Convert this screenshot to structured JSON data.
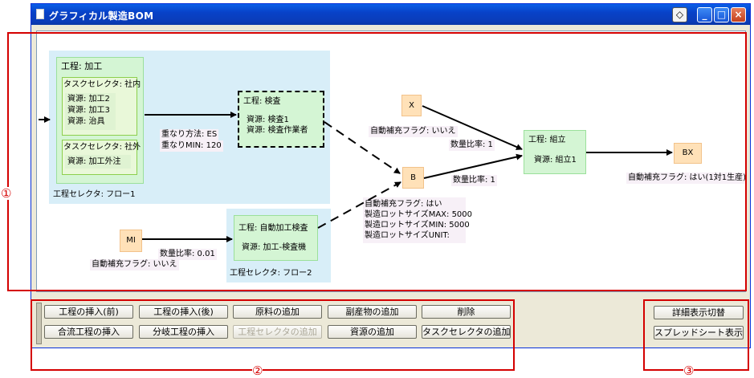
{
  "window": {
    "title": "グラフィカル製造BOM",
    "help_glyph": "◇",
    "min_glyph": "_",
    "max_glyph": "□",
    "close_glyph": "×"
  },
  "diagram": {
    "sel1": {
      "label": "工程セレクタ: フロー1",
      "process": {
        "title": "工程: 加工",
        "task1": {
          "title": "タスクセレクタ: 社内",
          "resources": [
            "資源: 加工2",
            "資源: 加工3",
            "資源: 治具"
          ]
        },
        "task2": {
          "title": "タスクセレクタ: 社外",
          "resources": [
            "資源: 加工外注"
          ]
        }
      }
    },
    "overlap": {
      "method": "重なり方法: ES",
      "min": "重なりMIN: 120"
    },
    "inspect": {
      "title": "工程: 検査",
      "resources": [
        "資源: 検査1",
        "資源: 検査作業者"
      ]
    },
    "sel2": {
      "label": "工程セレクタ: フロー2",
      "process": {
        "title": "工程: 自動加工検査",
        "resource": "資源: 加工-検査機"
      }
    },
    "mi": {
      "name": "MI",
      "flag": "自動補充フラグ: いいえ",
      "ratio": "数量比率: 0.01"
    },
    "x": {
      "name": "X",
      "flag": "自動補充フラグ: いいえ",
      "ratio": "数量比率: 1"
    },
    "b": {
      "name": "B",
      "ratio": "数量比率: 1",
      "info": [
        "自動補充フラグ: はい",
        "製造ロットサイズMAX: 5000",
        "製造ロットサイズMIN: 5000",
        "製造ロットサイズUNIT:"
      ]
    },
    "assembly": {
      "title": "工程: 組立",
      "resource": "資源: 組立1"
    },
    "bx": {
      "name": "BX",
      "flag": "自動補充フラグ: はい(1対1生産)"
    }
  },
  "buttons": {
    "insert_before": "工程の挿入(前)",
    "insert_after": "工程の挿入(後)",
    "add_material": "原料の追加",
    "add_byproduct": "副産物の追加",
    "delete": "削除",
    "insert_merge": "合流工程の挿入",
    "insert_branch": "分岐工程の挿入",
    "add_selector": "工程セレクタの追加",
    "add_resource": "資源の追加",
    "add_task_selector": "タスクセレクタの追加",
    "toggle_detail": "詳細表示切替",
    "show_spreadsheet": "スプレッドシート表示"
  },
  "callouts": {
    "c1": "①",
    "c2": "②",
    "c3": "③"
  },
  "colors": {
    "callout": "#d40000",
    "titlebar": "#0a3cb8",
    "selector_bg": "#d8eef8",
    "process_bg": "#d4f5d4",
    "item_bg": "#ffe1b8"
  }
}
